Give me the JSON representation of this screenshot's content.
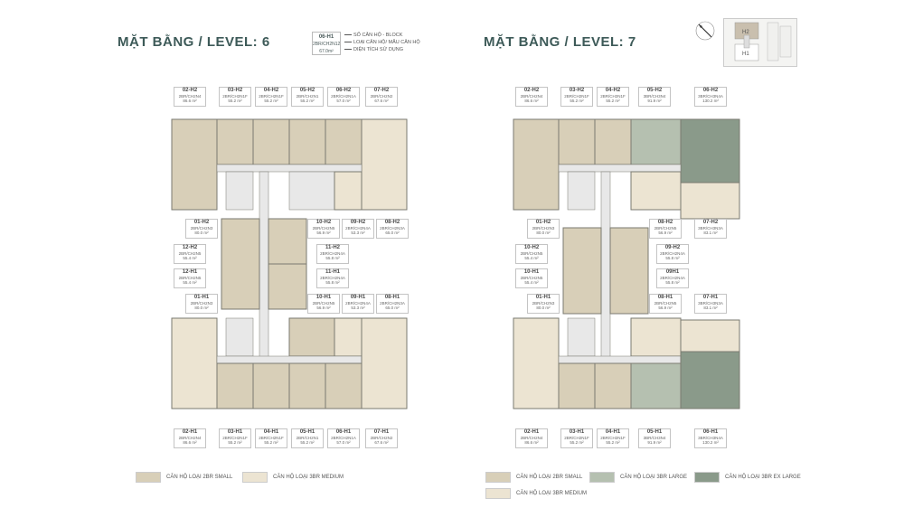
{
  "left_title": "MẶT BẰNG / LEVEL: 6",
  "right_title": "MẶT BẰNG / LEVEL: 7",
  "key": {
    "code": "06-H1",
    "type": "2BR/CH2N12",
    "area": "67.0m²",
    "label_block": "SỐ CĂN HỘ - BLOCK",
    "label_type": "LOẠI CĂN HỘ/ MẪU CĂN HỘ",
    "label_area": "DIỆN TÍCH SỬ DỤNG"
  },
  "keymap": {
    "h2": "H2",
    "h1": "H1"
  },
  "colors": {
    "br2_small": "#d8cfb8",
    "br3_medium": "#ece4d2",
    "br3_large": "#b5c0b0",
    "br3_ex_large": "#8a9a8a",
    "core": "#e8e8e8",
    "wall": "#7a7a70"
  },
  "level6": {
    "top_units": [
      {
        "code": "02-H2",
        "type": "2BR/CH2N4",
        "area": "86.6 m²"
      },
      {
        "code": "03-H2",
        "type": "2BR/CH2N1F",
        "area": "55.2 m²"
      },
      {
        "code": "04-H2",
        "type": "2BR/CH2N1F",
        "area": "55.2 m²"
      },
      {
        "code": "05-H2",
        "type": "2BR/CH2N1",
        "area": "55.2 m²"
      },
      {
        "code": "06-H2",
        "type": "2BR/CH2N1A",
        "area": "57.0 m²"
      },
      {
        "code": "07-H2",
        "type": "2BR/CH2N2",
        "area": "67.6 m²"
      }
    ],
    "mid_units_left": [
      {
        "code": "01-H2",
        "type": "2BR/CH2N3",
        "area": "80.0 m²"
      },
      {
        "code": "12-H2",
        "type": "2BR/CH2N5",
        "area": "55.4 m²"
      },
      {
        "code": "12-H1",
        "type": "2BR/CH2N5",
        "area": "55.4 m²"
      },
      {
        "code": "01-H1",
        "type": "2BR/CH2N3",
        "area": "80.0 m²"
      }
    ],
    "mid_units_right": [
      {
        "code": "10-H2",
        "type": "2BR/CH2N5",
        "area": "56.9 m²"
      },
      {
        "code": "09-H2",
        "type": "2BR/CH2N4A",
        "area": "53.3 m²"
      },
      {
        "code": "08-H2",
        "type": "2BR/CH2N3A",
        "area": "65.0 m²"
      },
      {
        "code": "11-H2",
        "type": "2BR/CH2N4A",
        "area": "55.8 m²"
      },
      {
        "code": "11-H1",
        "type": "2BR/CH2N4A",
        "area": "55.8 m²"
      },
      {
        "code": "10-H1",
        "type": "2BR/CH2N5",
        "area": "56.9 m²"
      },
      {
        "code": "09-H1",
        "type": "2BR/CH2N4A",
        "area": "53.3 m²"
      },
      {
        "code": "08-H1",
        "type": "2BR/CH2N3A",
        "area": "65.0 m²"
      }
    ],
    "bottom_units": [
      {
        "code": "02-H1",
        "type": "2BR/CH2N4",
        "area": "86.6 m²"
      },
      {
        "code": "03-H1",
        "type": "2BR/CH2N1F",
        "area": "55.2 m²"
      },
      {
        "code": "04-H1",
        "type": "2BR/CH2N1F",
        "area": "55.2 m²"
      },
      {
        "code": "05-H1",
        "type": "2BR/CH2N1",
        "area": "55.2 m²"
      },
      {
        "code": "06-H1",
        "type": "2BR/CH2N1A",
        "area": "57.0 m²"
      },
      {
        "code": "07-H1",
        "type": "2BR/CH2N2",
        "area": "67.6 m²"
      }
    ]
  },
  "level7": {
    "top_units": [
      {
        "code": "02-H2",
        "type": "2BR/CH2N4",
        "area": "86.6 m²"
      },
      {
        "code": "03-H2",
        "type": "2BR/CH2N1F",
        "area": "55.2 m²"
      },
      {
        "code": "04-H2",
        "type": "2BR/CH2N1F",
        "area": "55.2 m²"
      },
      {
        "code": "05-H2",
        "type": "3BR/CH3N4",
        "area": "91.9 m²"
      },
      {
        "code": "06-H2",
        "type": "3BR/CH3N4A",
        "area": "130.2 m²"
      }
    ],
    "mid_units_left": [
      {
        "code": "01-H2",
        "type": "2BR/CH2N3",
        "area": "80.0 m²"
      },
      {
        "code": "10-H2",
        "type": "2BR/CH2N5",
        "area": "55.4 m²"
      },
      {
        "code": "10-H1",
        "type": "2BR/CH2N5",
        "area": "55.4 m²"
      },
      {
        "code": "01-H1",
        "type": "2BR/CH2N3",
        "area": "80.0 m²"
      }
    ],
    "mid_units_right": [
      {
        "code": "08-H2",
        "type": "2BR/CH2N5",
        "area": "56.9 m²"
      },
      {
        "code": "07-H2",
        "type": "3BR/CH3N3A",
        "area": "83.1 m²"
      },
      {
        "code": "09-H2",
        "type": "2BR/CH2N4A",
        "area": "55.8 m²"
      },
      {
        "code": "09H1",
        "type": "2BR/CH2N4A",
        "area": "55.8 m²"
      },
      {
        "code": "08-H1",
        "type": "2BR/CH2N5",
        "area": "56.9 m²"
      },
      {
        "code": "07-H1",
        "type": "3BR/CH3N3A",
        "area": "83.1 m²"
      }
    ],
    "bottom_units": [
      {
        "code": "02-H1",
        "type": "2BR/CH2N4",
        "area": "86.6 m²"
      },
      {
        "code": "03-H1",
        "type": "2BR/CH2N1F",
        "area": "55.2 m²"
      },
      {
        "code": "04-H1",
        "type": "2BR/CH2N1F",
        "area": "55.2 m²"
      },
      {
        "code": "05-H1",
        "type": "3BR/CH3N4",
        "area": "91.9 m²"
      },
      {
        "code": "06-H1",
        "type": "3BR/CH3N4A",
        "area": "130.2 m²"
      }
    ]
  },
  "legend_left": [
    {
      "label": "CĂN HỘ LOẠI 2BR SMALL",
      "color": "#d8cfb8"
    },
    {
      "label": "CĂN HỘ LOẠI 3BR MEDIUM",
      "color": "#ece4d2"
    }
  ],
  "legend_right": [
    {
      "label": "CĂN HỘ LOẠI 2BR SMALL",
      "color": "#d8cfb8"
    },
    {
      "label": "CĂN HỘ LOẠI 3BR LARGE",
      "color": "#b5c0b0"
    },
    {
      "label": "CĂN HỘ LOẠI 3BR EX LARGE",
      "color": "#8a9a8a"
    },
    {
      "label": "CĂN HỘ LOẠI 3BR MEDIUM",
      "color": "#ece4d2"
    }
  ]
}
